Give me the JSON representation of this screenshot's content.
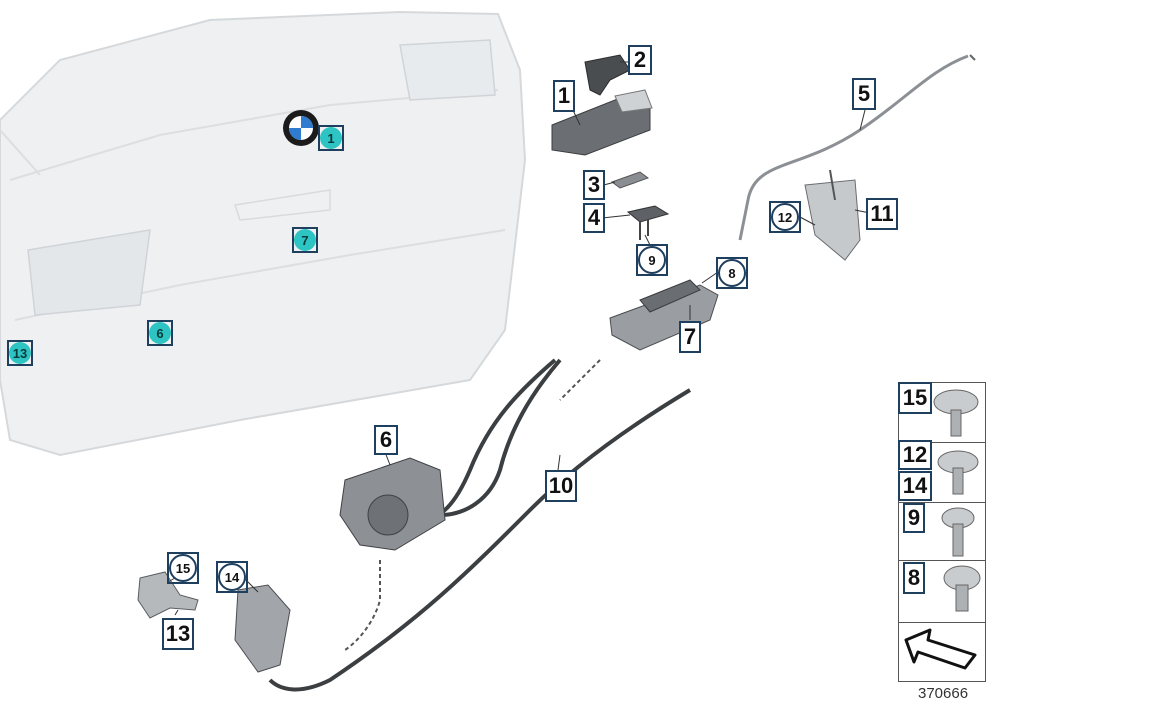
{
  "callouts": {
    "c1": "1",
    "c2": "2",
    "c3": "3",
    "c4": "4",
    "c5": "5",
    "c6": "6",
    "c7": "7",
    "c8": "8",
    "c9": "9",
    "c10": "10",
    "c11": "11",
    "c12": "12",
    "c13": "13",
    "c14": "14",
    "c15": "15",
    "tailgate_1": "1",
    "tailgate_7": "7",
    "tailgate_6": "6",
    "tailgate_13": "13",
    "fastener_15": "15",
    "fastener_12": "12",
    "fastener_14": "14",
    "fastener_9": "9",
    "fastener_8": "8"
  },
  "diagram_code": "370666",
  "colors": {
    "teal_marker": "#2ec4c4",
    "frame": "#1f3f5f",
    "tailgate": "#eef0f1"
  }
}
